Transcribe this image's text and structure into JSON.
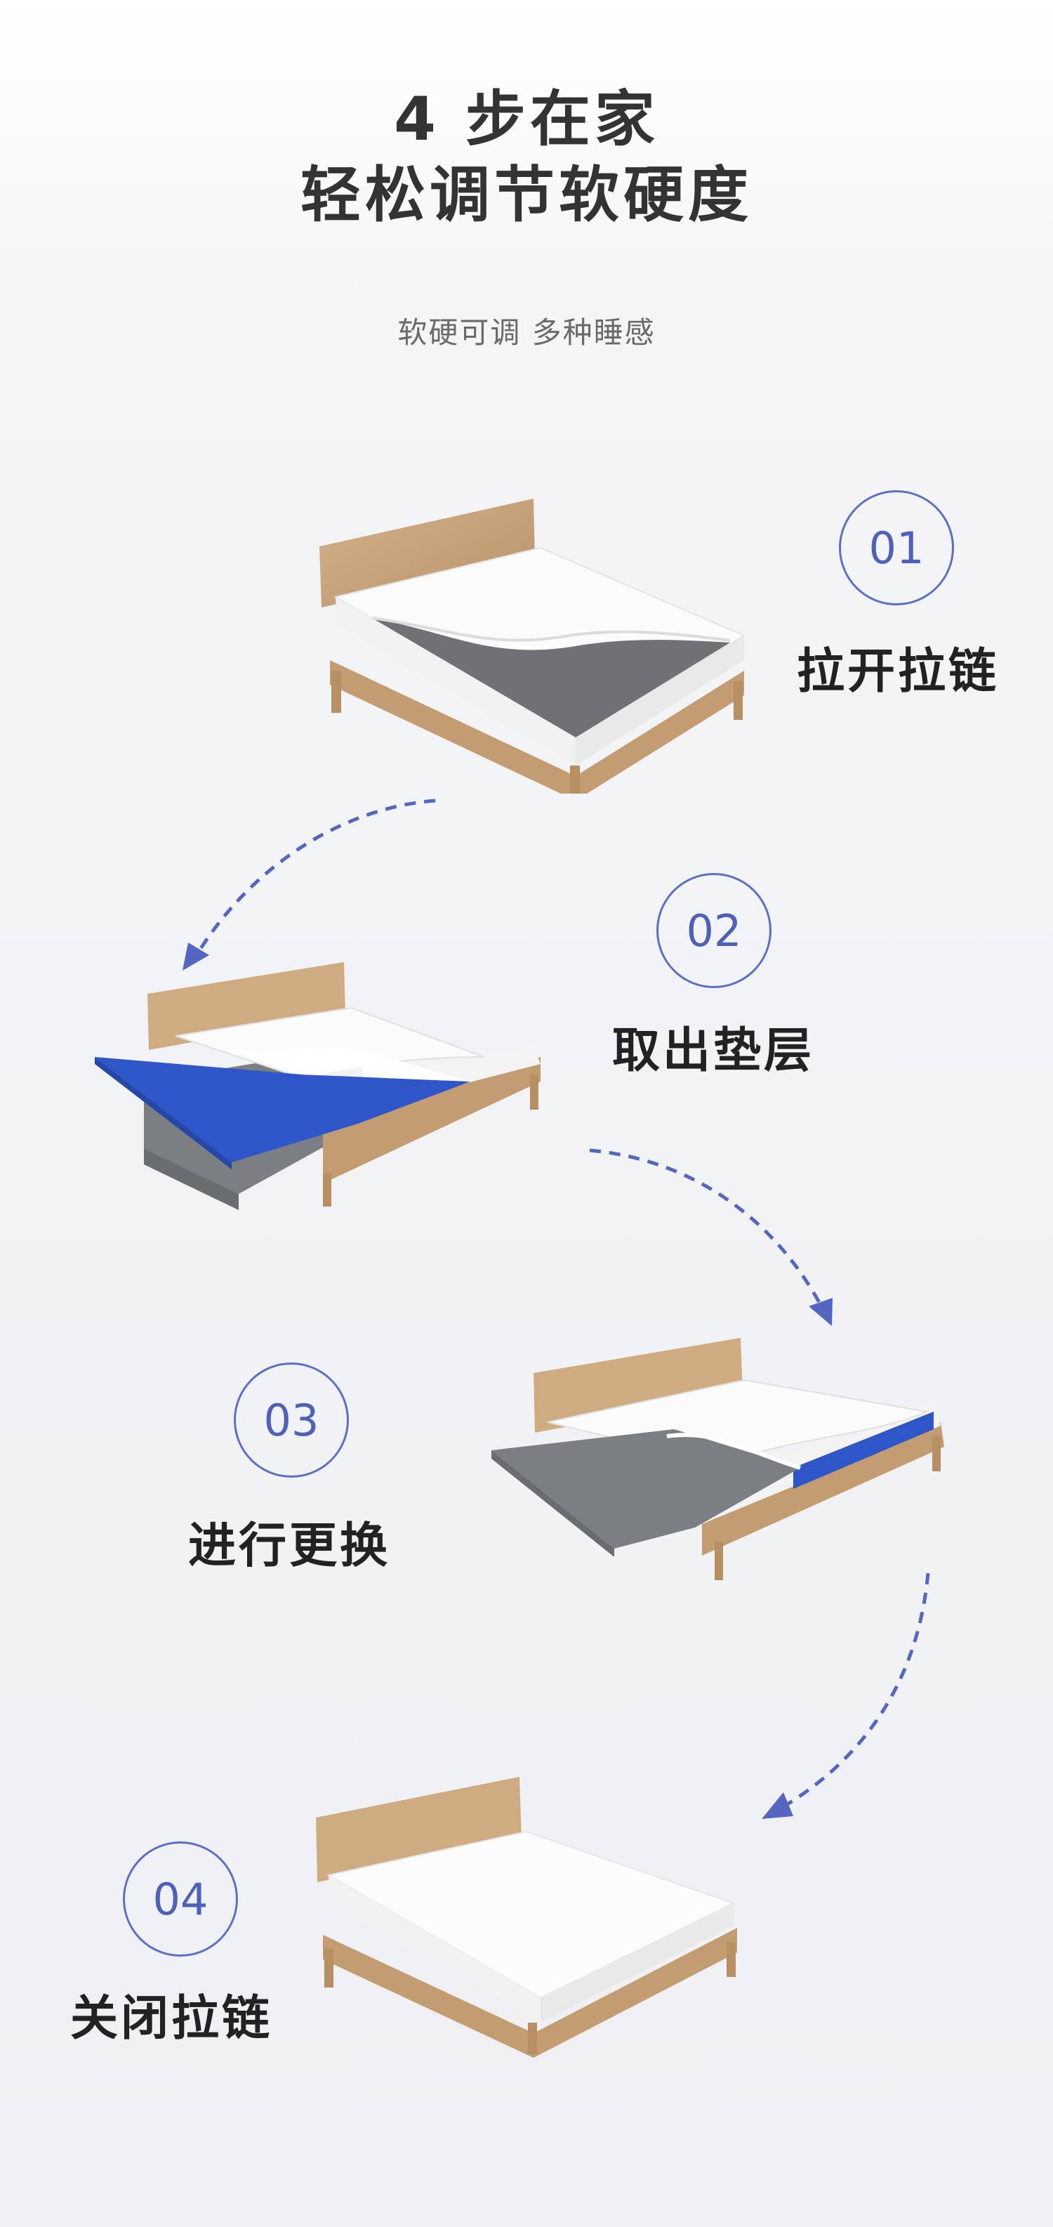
{
  "header": {
    "title_line1": "4 步在家",
    "title_line2": "轻松调节软硬度",
    "subtitle": "软硬可调  多种睡感"
  },
  "steps": [
    {
      "number": "01",
      "label": "拉开拉链"
    },
    {
      "number": "02",
      "label": "取出垫层"
    },
    {
      "number": "03",
      "label": "进行更换"
    },
    {
      "number": "04",
      "label": "关闭拉链"
    }
  ],
  "colors": {
    "accent": "#4e60b8",
    "arrow": "#5566c2",
    "wood": "#c8a47a",
    "blue_layer": "#2f56c8",
    "gray_layer": "#7a7d80",
    "mattress": "#ffffff"
  }
}
